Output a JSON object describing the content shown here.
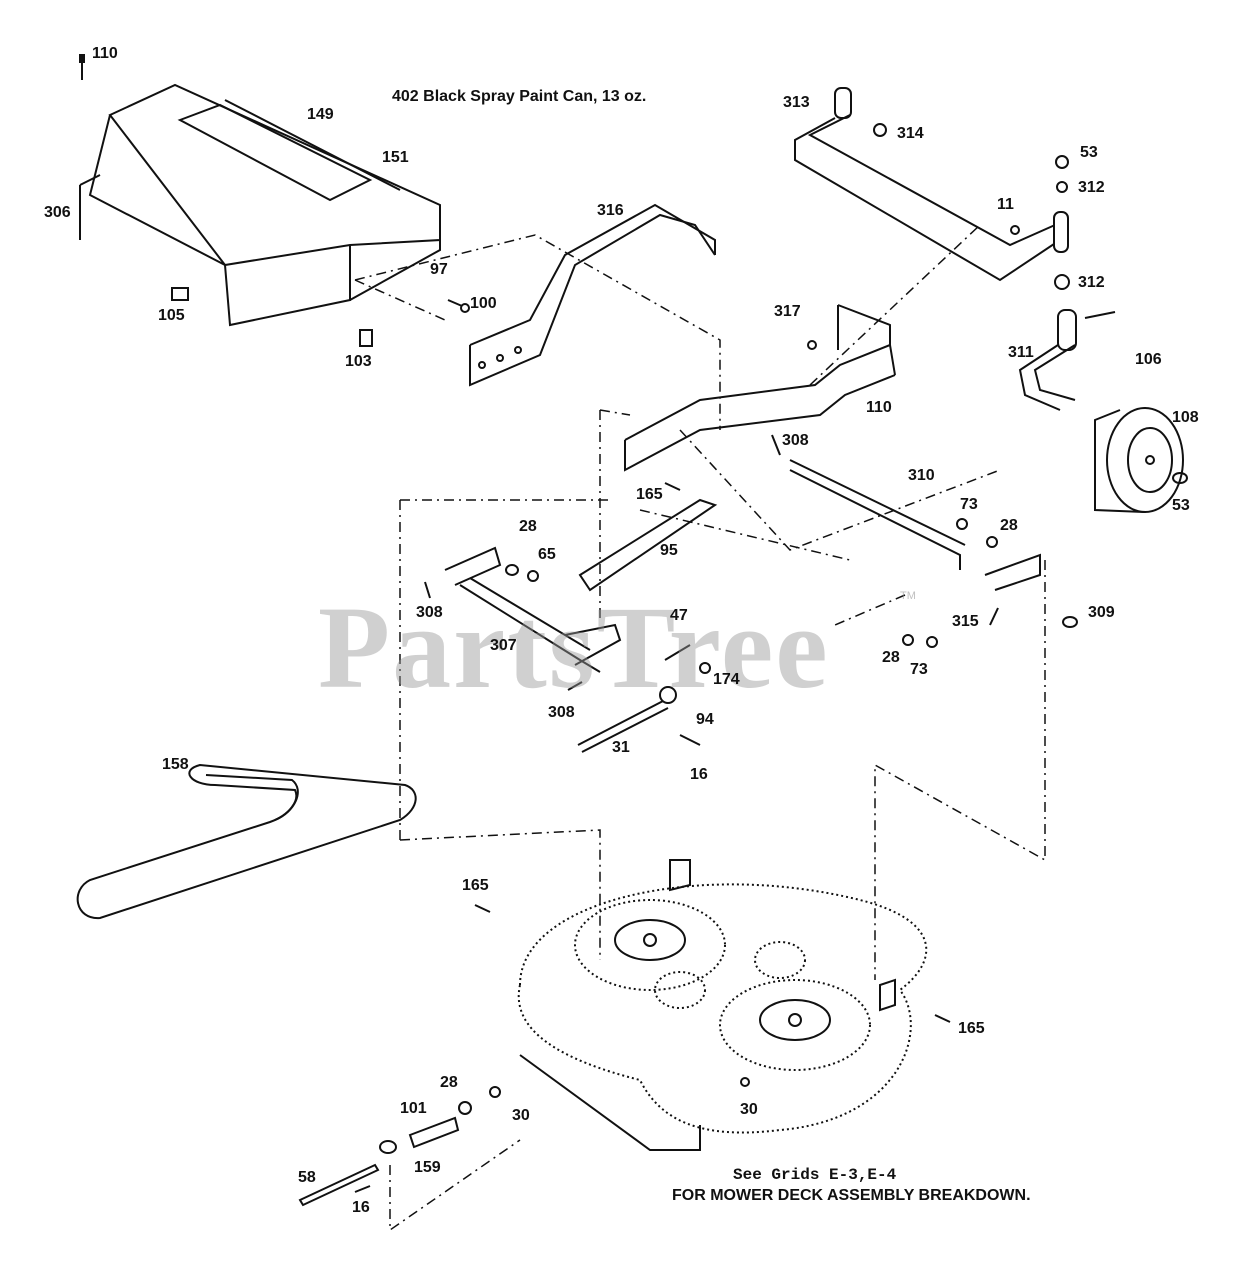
{
  "note": "402  Black Spray Paint Can, 13 oz.",
  "footer": {
    "line1": "See Grids E-3,E-4",
    "line2": "FOR MOWER DECK ASSEMBLY BREAKDOWN."
  },
  "watermark": "PartsTree",
  "watermark_tm": "TM",
  "labels": {
    "p110a": "110",
    "p149": "149",
    "p151": "151",
    "p306": "306",
    "p97": "97",
    "p100": "100",
    "p105": "105",
    "p103": "103",
    "p316": "316",
    "p313": "313",
    "p314": "314",
    "p53a": "53",
    "p312a": "312",
    "p11": "11",
    "p312b": "312",
    "p317": "317",
    "p311": "311",
    "p106": "106",
    "p110b": "110",
    "p108": "108",
    "p308a": "308",
    "p310": "310",
    "p53b": "53",
    "p165a": "165",
    "p73a": "73",
    "p28a": "28",
    "p28b": "28",
    "p65": "65",
    "p95": "95",
    "p308b": "308",
    "p309": "309",
    "p315": "315",
    "p47": "47",
    "p307": "307",
    "p28c": "28",
    "p73b": "73",
    "p174": "174",
    "p308c": "308",
    "p94": "94",
    "p31": "31",
    "p16a": "16",
    "p158": "158",
    "p165b": "165",
    "p165c": "165",
    "p28d": "28",
    "p101": "101",
    "p30a": "30",
    "p30b": "30",
    "p159": "159",
    "p58": "58",
    "p16b": "16"
  }
}
